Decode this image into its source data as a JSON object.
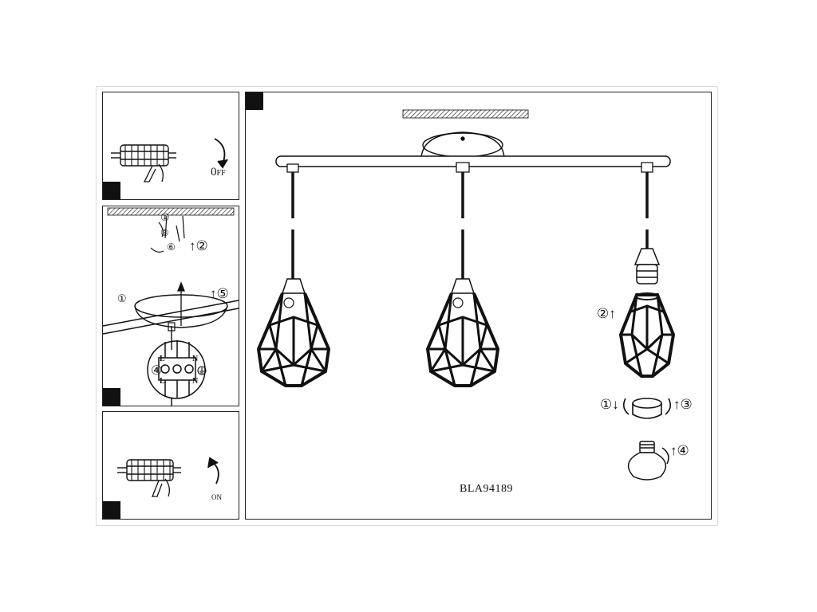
{
  "step1": {
    "switch_label_big": "0",
    "switch_label_small": "FF"
  },
  "step2": {
    "markers": [
      "①",
      "②",
      "③",
      "④",
      "⑤",
      "⑥"
    ],
    "terminal_labels": {
      "left_top": "L",
      "left_bottom": "L",
      "right_top": "N",
      "right_bottom": "N"
    }
  },
  "step3": {
    "switch_label": "ON"
  },
  "main": {
    "model_code": "BLA94189",
    "bulb_steps": [
      "②",
      "①",
      "③",
      "④"
    ]
  }
}
